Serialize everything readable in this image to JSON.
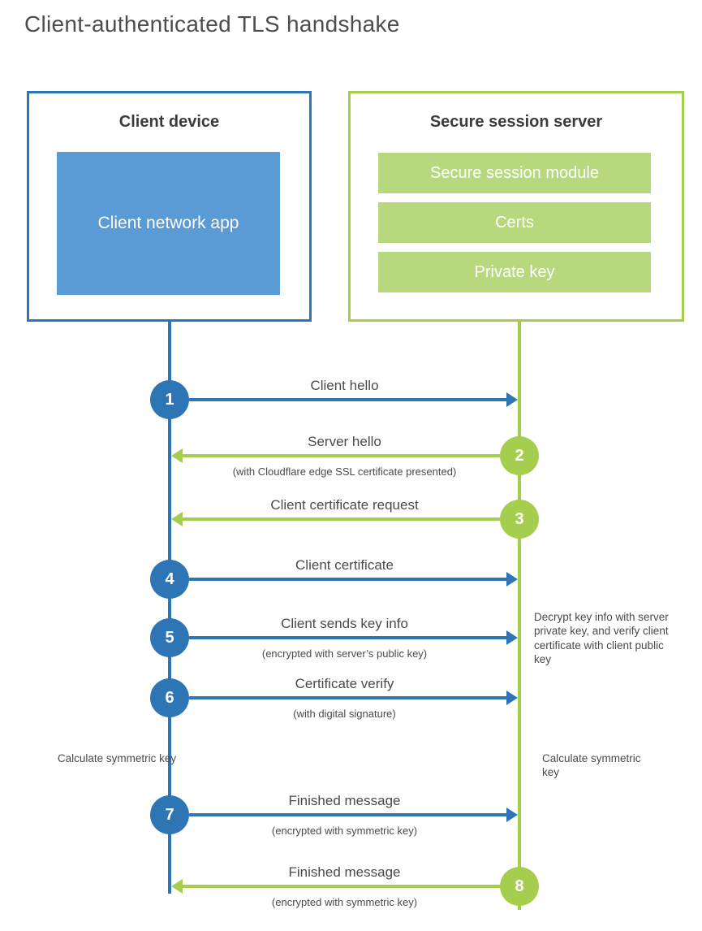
{
  "title": "Client-authenticated TLS handshake",
  "colors": {
    "client_blue": "#2e75b6",
    "client_blue_light": "#5b9bd5",
    "server_green": "#a6ce4e",
    "server_green_light": "#b8d87e",
    "text_gray": "#4a4a4a"
  },
  "client": {
    "title": "Client device",
    "app_label": "Client network app"
  },
  "server": {
    "title": "Secure session server",
    "modules": [
      "Secure session module",
      "Certs",
      "Private key"
    ]
  },
  "messages": [
    {
      "num": "1",
      "label": "Client hello",
      "from": "client"
    },
    {
      "num": "2",
      "label": "Server hello",
      "sub": "(with Cloudflare edge SSL certificate presented)",
      "from": "server"
    },
    {
      "num": "3",
      "label": "Client certificate request",
      "from": "server"
    },
    {
      "num": "4",
      "label": "Client certificate",
      "from": "client"
    },
    {
      "num": "5",
      "label": "Client sends key info",
      "sub": "(encrypted with server’s public key)",
      "from": "client"
    },
    {
      "num": "6",
      "label": "Certificate verify",
      "sub": "(with digital signature)",
      "from": "client"
    },
    {
      "num": "7",
      "label": "Finished message",
      "sub": "(encrypted with symmetric key)",
      "from": "client"
    },
    {
      "num": "8",
      "label": "Finished message",
      "sub": "(encrypted with symmetric key)",
      "from": "server"
    }
  ],
  "annotations": {
    "decrypt_note": "Decrypt key info with server private key, and verify client certificate with client public key",
    "calc_left": "Calculate symmetric key",
    "calc_right": "Calculate symmetric key"
  }
}
